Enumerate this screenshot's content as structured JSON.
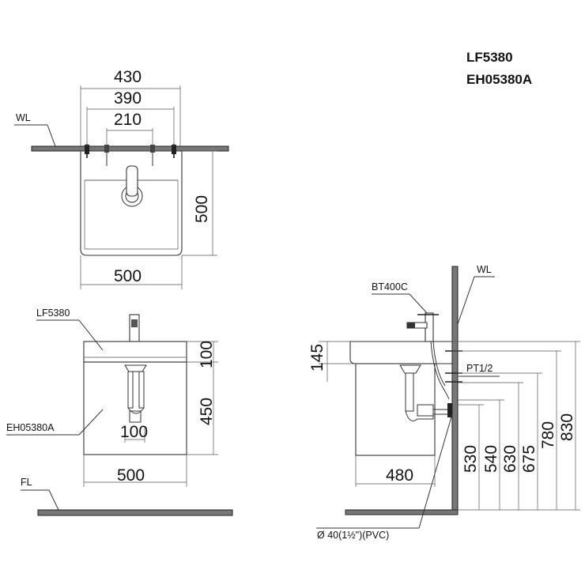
{
  "models": {
    "basin": "LF5380",
    "cabinet": "EH05380A"
  },
  "top_view": {
    "wall_label": "WL",
    "dim_430": "430",
    "dim_390": "390",
    "dim_210": "210",
    "dim_depth": "500",
    "dim_width": "500"
  },
  "front_view": {
    "basin_label": "LF5380",
    "cabinet_label": "EH05380A",
    "floor_label": "FL",
    "dim_basin_height": "100",
    "dim_cabinet_height": "450",
    "dim_drain": "100",
    "dim_width": "500"
  },
  "side_view": {
    "wall_label": "WL",
    "faucet_label": "BT400C",
    "supply_label": "PT1/2",
    "drain_label": "Ø 40(1½\")(PVC)",
    "dim_basin_top": "145",
    "dim_depth": "480",
    "heights": [
      "530",
      "540",
      "630",
      "675",
      "780",
      "830"
    ]
  }
}
